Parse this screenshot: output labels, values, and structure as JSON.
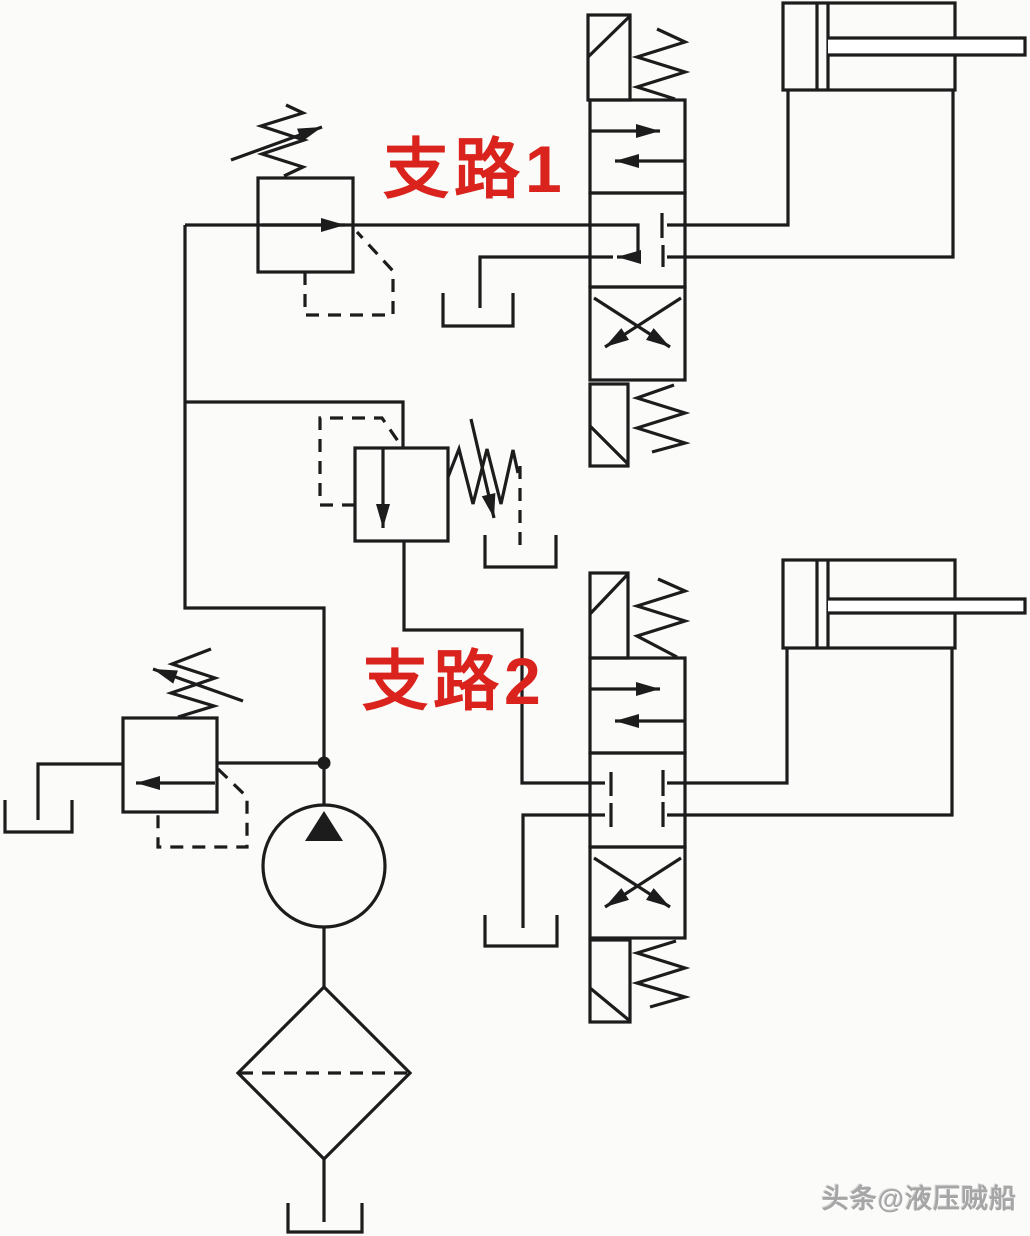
{
  "diagram": {
    "labels": {
      "branch1": "支路1",
      "branch2": "支路2"
    },
    "watermark": "头条@液压贼船",
    "colors": {
      "line": "#1c1c1c",
      "label": "#d9231c",
      "watermark": "#a6a6a6",
      "background": "#fbfbfa"
    }
  }
}
